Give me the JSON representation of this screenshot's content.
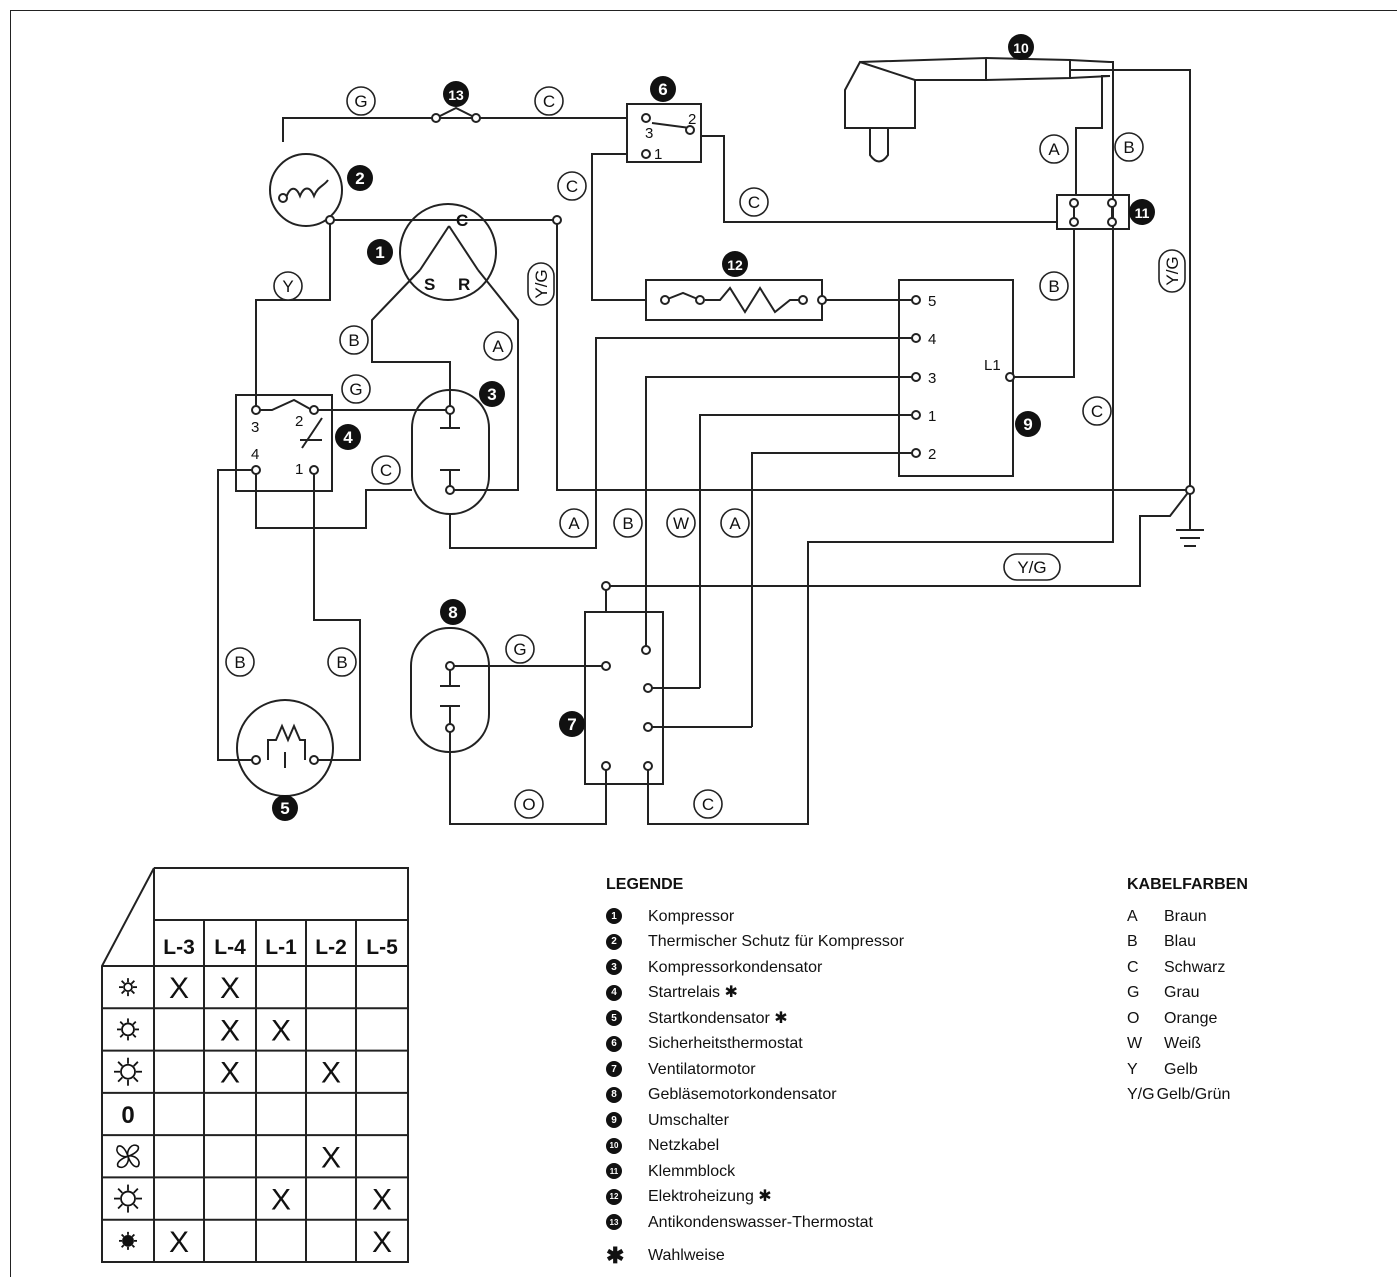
{
  "diagram": {
    "wire_labels": {
      "w1": "G",
      "w2": "C",
      "w3": "Y",
      "w4": "Y/G",
      "w5": "C",
      "w6": "C",
      "w7": "B",
      "w8": "A",
      "w9": "G",
      "w10": "C",
      "w11": "A",
      "w12": "B",
      "w13": "W",
      "w14": "A",
      "w15": "A",
      "w16": "B",
      "w17": "B",
      "w18": "C",
      "w19": "Y/G",
      "w20": "Y/G",
      "w21": "G",
      "w22": "B",
      "w23": "B",
      "w24": "O",
      "w25": "C"
    },
    "terminals": {
      "comp_c": "C",
      "comp_s": "S",
      "comp_r": "R",
      "relay_3": "3",
      "relay_2": "2",
      "relay_4": "4",
      "relay_1": "1",
      "therm_3": "3",
      "therm_2": "2",
      "therm_1": "1",
      "sw_5": "5",
      "sw_4": "4",
      "sw_3": "3",
      "sw_1": "1",
      "sw_2": "2",
      "sw_l1": "L1"
    },
    "components": {
      "c1": "1",
      "c2": "2",
      "c3": "3",
      "c4": "4",
      "c5": "5",
      "c6": "6",
      "c7": "7",
      "c8": "8",
      "c9": "9",
      "c10": "10",
      "c11": "11",
      "c12": "12",
      "c13": "13"
    }
  },
  "switch_table": {
    "columns": [
      "L-3",
      "L-4",
      "L-1",
      "L-2",
      "L-5"
    ],
    "zero_label": "0",
    "rows": [
      {
        "icon": "small-sun-icon",
        "marks": [
          "X",
          "X",
          "",
          "",
          ""
        ]
      },
      {
        "icon": "medium-sun-icon",
        "marks": [
          "",
          "X",
          "X",
          "",
          ""
        ]
      },
      {
        "icon": "snowflake-sun-icon",
        "marks": [
          "",
          "X",
          "",
          "X",
          ""
        ]
      },
      {
        "icon": "zero-icon",
        "marks": [
          "",
          "",
          "",
          "",
          ""
        ]
      },
      {
        "icon": "fan-icon",
        "marks": [
          "",
          "",
          "",
          "X",
          ""
        ]
      },
      {
        "icon": "heat-sun-icon",
        "marks": [
          "",
          "",
          "X",
          "",
          "X"
        ]
      },
      {
        "icon": "small-heat-sun-icon",
        "marks": [
          "X",
          "",
          "",
          "",
          "X"
        ]
      }
    ]
  },
  "legend": {
    "title": "LEGENDE",
    "items": [
      {
        "num": "1",
        "text": "Kompressor"
      },
      {
        "num": "2",
        "text": "Thermischer Schutz für Kompressor"
      },
      {
        "num": "3",
        "text": "Kompressorkondensator"
      },
      {
        "num": "4",
        "text": "Startrelais ✱"
      },
      {
        "num": "5",
        "text": "Startkondensator ✱"
      },
      {
        "num": "6",
        "text": "Sicherheitsthermostat"
      },
      {
        "num": "7",
        "text": "Ventilatormotor"
      },
      {
        "num": "8",
        "text": "Gebläsemotorkondensator"
      },
      {
        "num": "9",
        "text": "Umschalter"
      },
      {
        "num": "10",
        "text": "Netzkabel"
      },
      {
        "num": "11",
        "text": "Klemmblock"
      },
      {
        "num": "12",
        "text": "Elektroheizung ✱"
      },
      {
        "num": "13",
        "text": "Antikondenswasser-Thermostat"
      }
    ],
    "footnote_symbol": "✱",
    "footnote_text": "Wahlweise"
  },
  "colors_legend": {
    "title": "KABELFARBEN",
    "items": [
      {
        "code": "A",
        "name": "Braun"
      },
      {
        "code": "B",
        "name": "Blau"
      },
      {
        "code": "C",
        "name": "Schwarz"
      },
      {
        "code": "G",
        "name": "Grau"
      },
      {
        "code": "O",
        "name": "Orange"
      },
      {
        "code": "W",
        "name": "Weiß"
      },
      {
        "code": "Y",
        "name": "Gelb"
      },
      {
        "code": "Y/G",
        "name": "Gelb/Grün"
      }
    ]
  }
}
